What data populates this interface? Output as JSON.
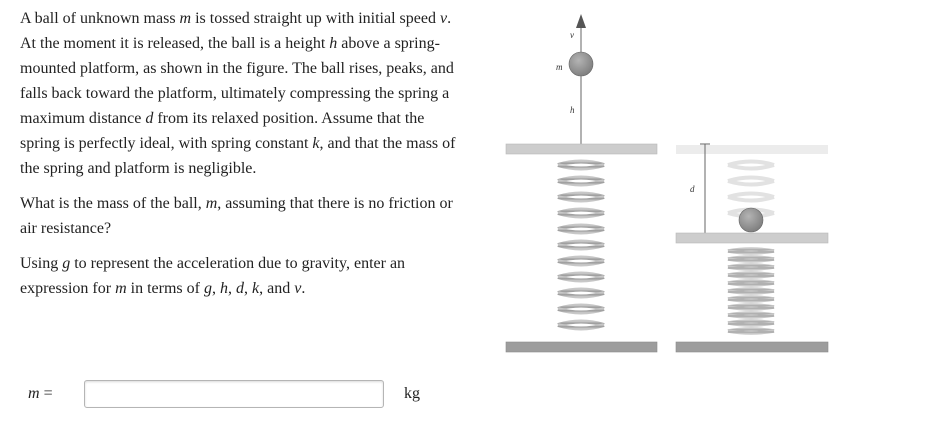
{
  "problem": {
    "paragraph1": {
      "s1": "A ball of unknown mass ",
      "s2": " is tossed straight up with initial speed ",
      "s3": ". At the moment it is released, the ball is a height ",
      "s4": " above a spring-mounted platform, as shown in the figure. The ball rises, peaks, and falls back toward the platform, ultimately compressing the spring a maximum distance ",
      "s5": " from its relaxed position. Assume that the spring is perfectly ideal, with spring constant ",
      "s6": ", and that the mass of the spring and platform is negligible."
    },
    "paragraph2": {
      "s1": "What is the mass of the ball, ",
      "s2": ", assuming that there is no friction or air resistance?"
    },
    "paragraph3": {
      "s1": "Using ",
      "s2": " to represent the acceleration due to gravity, enter an expression for ",
      "s3": " in terms of ",
      "s4": ", and ",
      "s5": "."
    },
    "vars": {
      "m": "m",
      "v": "v",
      "h": "h",
      "d": "d",
      "k": "k",
      "g": "g",
      "sep": ", "
    }
  },
  "answer": {
    "label_var": "m",
    "label_eq": " =",
    "input_value": "",
    "unit": "kg"
  },
  "figure": {
    "label_v": "v",
    "label_m": "m",
    "label_h": "h",
    "label_d": "d"
  }
}
